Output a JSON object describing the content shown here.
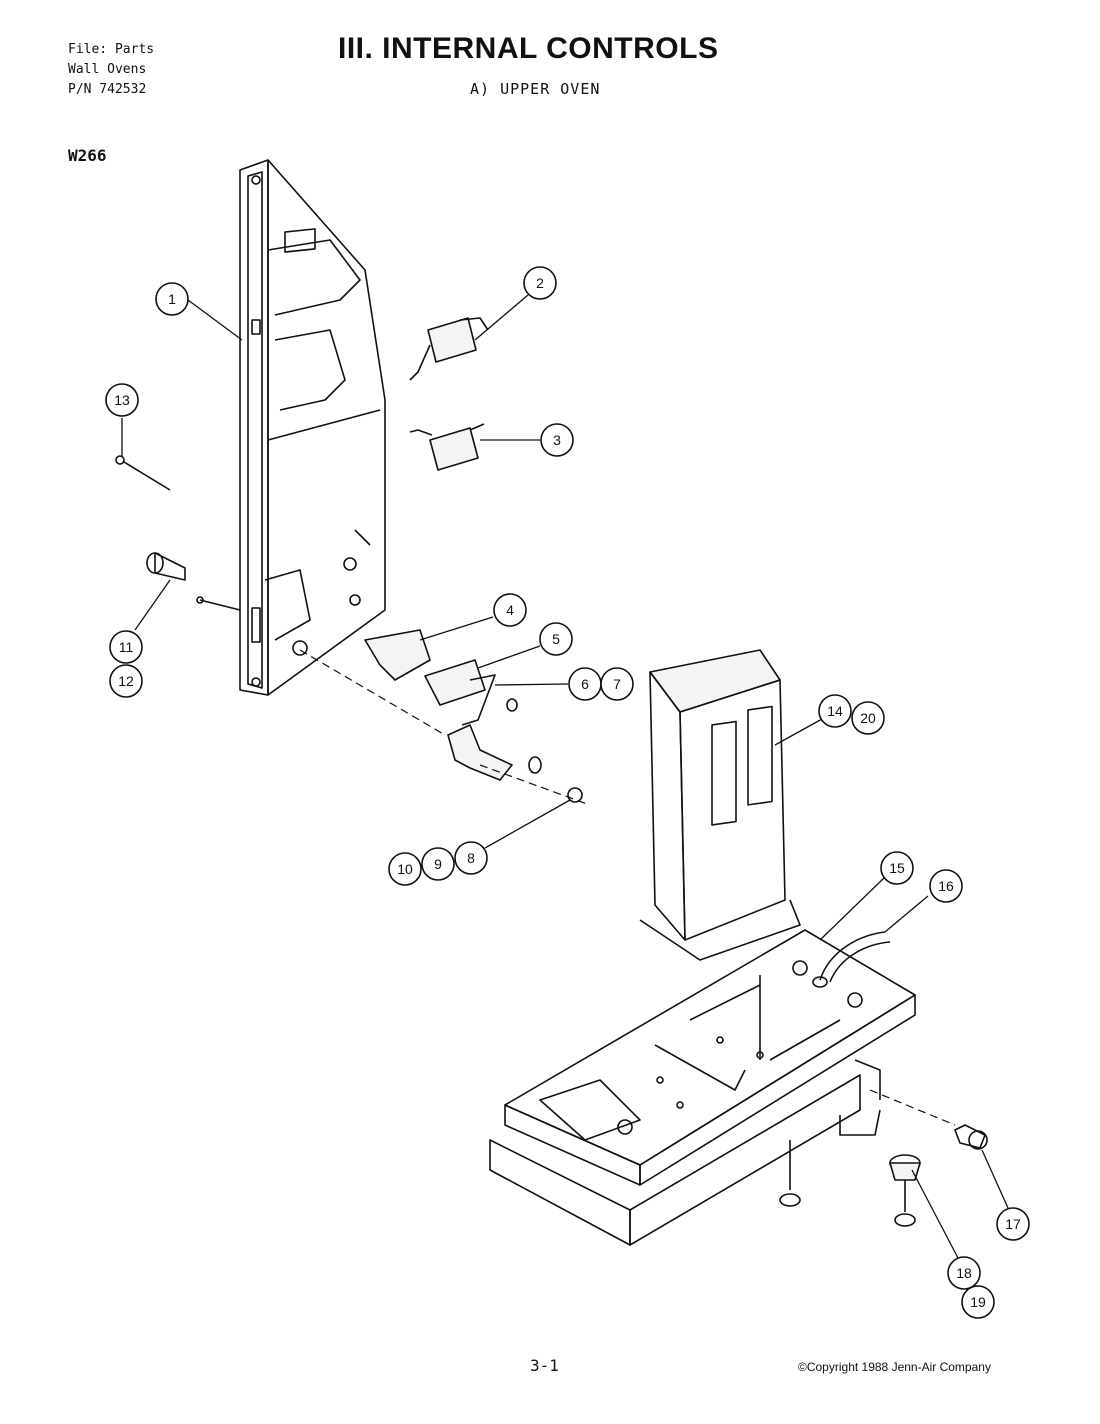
{
  "header": {
    "file_lines": [
      "File: Parts",
      "Wall Ovens",
      "P/N 742532"
    ],
    "title": "III. INTERNAL CONTROLS",
    "subtitle": "A)   UPPER OVEN",
    "model": "W266"
  },
  "footer": {
    "page_number": "3-1",
    "copyright": "©Copyright 1988 Jenn-Air Company"
  },
  "callouts": [
    {
      "id": "c1",
      "label": "1"
    },
    {
      "id": "c2",
      "label": "2"
    },
    {
      "id": "c3",
      "label": "3"
    },
    {
      "id": "c4",
      "label": "4"
    },
    {
      "id": "c5",
      "label": "5"
    },
    {
      "id": "c6",
      "label": "6"
    },
    {
      "id": "c7",
      "label": "7"
    },
    {
      "id": "c8",
      "label": "8"
    },
    {
      "id": "c9",
      "label": "9"
    },
    {
      "id": "c10",
      "label": "10"
    },
    {
      "id": "c11",
      "label": "11"
    },
    {
      "id": "c12",
      "label": "12"
    },
    {
      "id": "c13",
      "label": "13"
    },
    {
      "id": "c14",
      "label": "14"
    },
    {
      "id": "c15",
      "label": "15"
    },
    {
      "id": "c16",
      "label": "16"
    },
    {
      "id": "c17",
      "label": "17"
    },
    {
      "id": "c18",
      "label": "18"
    },
    {
      "id": "c19",
      "label": "19"
    },
    {
      "id": "c20",
      "label": "20"
    }
  ]
}
